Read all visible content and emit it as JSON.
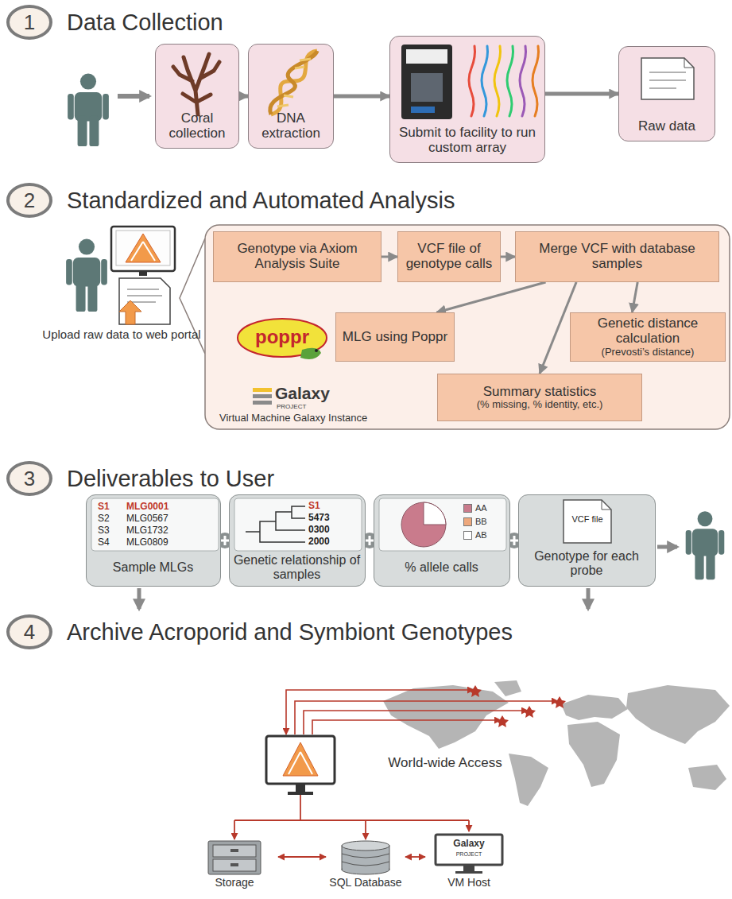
{
  "diagram": {
    "nodes": [
      {
        "text": [
          "1",
          "Data Collection"
        ]
      },
      {
        "text": [
          "Coral collection"
        ]
      },
      {
        "text": [
          "DNA extraction"
        ]
      },
      {
        "text": [
          "Submit to facility to run custom array"
        ]
      },
      {
        "text": [
          "Raw data"
        ]
      },
      {
        "text": [
          "2",
          "Standardized and Automated Analysis"
        ]
      },
      {
        "text": [
          "Galaxy",
          "PROJECT",
          "Virtual Machine Galaxy Instance"
        ]
      },
      {
        "text": [
          "Genotype via Axiom Analysis Suite"
        ],
        "in": 6
      },
      {
        "text": [
          "VCF file of genotype calls"
        ],
        "in": 6
      },
      {
        "text": [
          "Merge VCF with database samples"
        ],
        "in": 6
      },
      {
        "text": [
          "MLG using Poppr"
        ],
        "in": 6
      },
      {
        "text": [
          "Genetic distance calculation",
          "(Prevosti’s distance)"
        ],
        "in": 6
      },
      {
        "text": [
          "Summary statistics",
          "(% missing, % identity, etc.)"
        ],
        "in": 6
      },
      {
        "text": [
          "3",
          "Deliverables to User"
        ]
      },
      {
        "text": [
          "S1",
          "MLG0001",
          "S2",
          "MLG0567",
          "S3",
          "MLG1732",
          "S4",
          "MLG0809",
          "Sample MLGs"
        ]
      },
      {
        "text": [
          "S1",
          "5473",
          "0300",
          "2000",
          "Genetic relationship of samples"
        ]
      },
      {
        "text": [
          "% allele calls"
        ]
      },
      {
        "text": [
          "VCF file",
          "Genotype for each probe"
        ]
      },
      {
        "text": [
          "4",
          "Archive Acroporid and Symbiont Genotypes"
        ]
      },
      {
        "text": [
          "Storage"
        ]
      },
      {
        "text": [
          "SQL Database"
        ]
      },
      {
        "text": [
          "Galaxy",
          "PROJECT",
          "VM Host"
        ]
      }
    ],
    "edges": [
      {
        "from": 1,
        "to": 2,
        "arrow": "to"
      },
      {
        "from": 2,
        "to": 3,
        "arrow": "to"
      },
      {
        "from": 3,
        "to": 4,
        "arrow": "to"
      },
      {
        "from": 7,
        "to": 8,
        "arrow": "to"
      },
      {
        "from": 8,
        "to": 9,
        "arrow": "to"
      },
      {
        "from": 9,
        "to": 10,
        "arrow": "to"
      },
      {
        "from": 9,
        "to": 11,
        "arrow": "to"
      },
      {
        "from": 9,
        "to": 12,
        "arrow": "to"
      },
      {
        "from": 19,
        "to": 20,
        "arrow": "both"
      },
      {
        "from": 20,
        "to": 21,
        "arrow": "both"
      }
    ],
    "labels": [
      "Upload raw data to web portal",
      "poppr",
      "World-wide Access"
    ],
    "legend": [
      {
        "text": "AA",
        "color": "#c97b8c"
      },
      {
        "text": "BB",
        "color": "#eea87c"
      },
      {
        "text": "AB",
        "color": "#ffffff"
      }
    ]
  }
}
